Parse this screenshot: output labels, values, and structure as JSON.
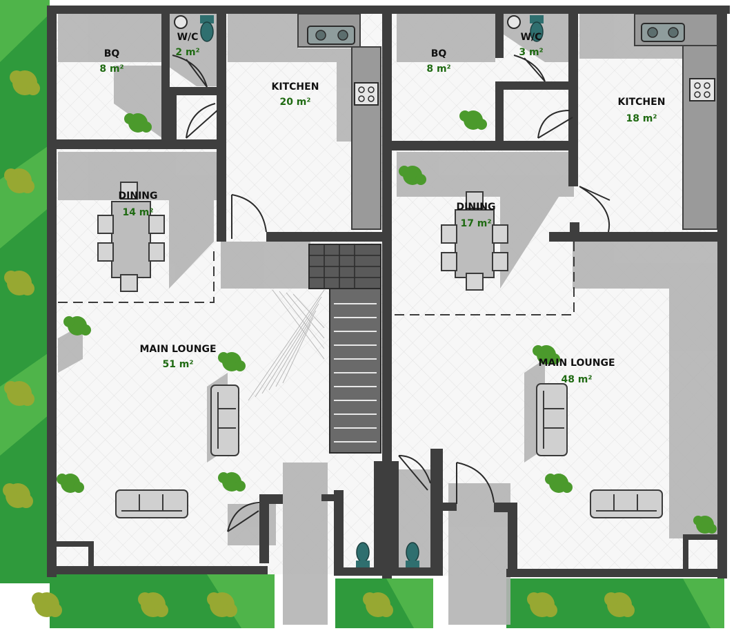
{
  "colors": {
    "wall": "#3e3e3e",
    "floor": "#f6f6f6",
    "tile_grid": "#e0e0e0",
    "shadow": "#b4b4b4",
    "grass": "#2f9a3c",
    "grass_light": "#4fb44a",
    "room_label": "#111111",
    "area_label": "#1f6a12",
    "plant": "#4b9a2c",
    "bush": "#97a832",
    "sanitary": "#2f6f6f"
  },
  "rooms": {
    "left_bq": {
      "name": "BQ",
      "area": "8 m²"
    },
    "left_wc": {
      "name": "W/C",
      "area": "2 m²"
    },
    "left_kitchen": {
      "name": "KITCHEN",
      "area": "20 m²"
    },
    "left_dining": {
      "name": "DINING",
      "area": "14 m²"
    },
    "left_lounge": {
      "name": "MAIN LOUNGE",
      "area": "51 m²"
    },
    "right_bq": {
      "name": "BQ",
      "area": "8 m²"
    },
    "right_wc": {
      "name": "W/C",
      "area": "3 m²"
    },
    "right_kitchen": {
      "name": "KITCHEN",
      "area": "18 m²"
    },
    "right_dining": {
      "name": "DINING",
      "area": "17 m²"
    },
    "right_lounge": {
      "name": "MAIN LOUNGE",
      "area": "48 m²"
    }
  }
}
